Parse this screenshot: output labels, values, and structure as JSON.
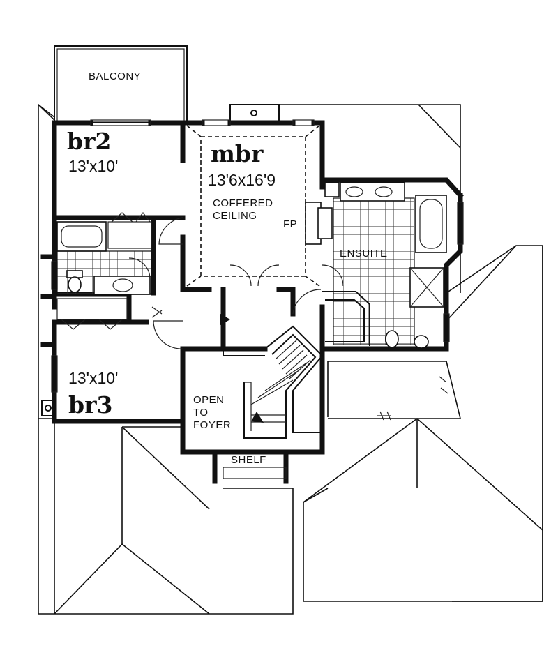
{
  "labels": {
    "balcony": "BALCONY",
    "br2": "br2",
    "br2_size": "13'x10'",
    "mbr": "mbr",
    "mbr_size": "13'6x16'9",
    "coffered_1": "COFFERED",
    "coffered_2": "CEILING",
    "fp": "FP",
    "ensuite": "ENSUITE",
    "br3": "br3",
    "br3_size": "13'x10'",
    "open_1": "OPEN",
    "open_2": "TO",
    "open_3": "FOYER",
    "shelf": "SHELF"
  }
}
